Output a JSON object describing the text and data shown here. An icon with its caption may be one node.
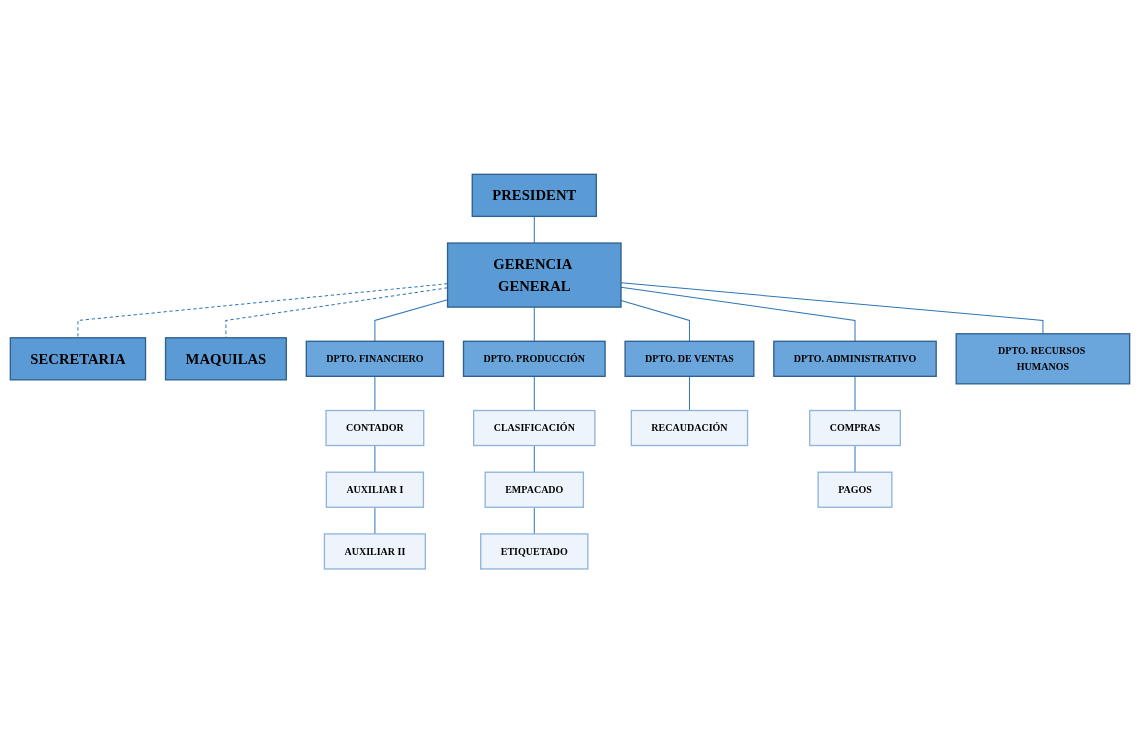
{
  "diagram": {
    "nodes": [
      {
        "text": [
          "PRESIDENT"
        ]
      },
      {
        "text": [
          "GERENCIA GENERAL"
        ]
      },
      {
        "text": [
          "SECRETARIA"
        ]
      },
      {
        "text": [
          "MAQUILAS"
        ]
      },
      {
        "text": [
          "DPTO. FINANCIERO"
        ]
      },
      {
        "text": [
          "DPTO. PRODUCCIÓN"
        ]
      },
      {
        "text": [
          "DPTO. DE VENTAS"
        ]
      },
      {
        "text": [
          "DPTO. ADMINISTRATIVO"
        ]
      },
      {
        "text": [
          "DPTO. RECURSOS HUMANOS"
        ]
      },
      {
        "text": [
          "CONTADOR"
        ]
      },
      {
        "text": [
          "AUXILIAR I"
        ]
      },
      {
        "text": [
          "AUXILIAR II"
        ]
      },
      {
        "text": [
          "CLASIFICACIÓN"
        ]
      },
      {
        "text": [
          "EMPACADO"
        ]
      },
      {
        "text": [
          "ETIQUETADO"
        ]
      },
      {
        "text": [
          "RECAUDACIÓN"
        ]
      },
      {
        "text": [
          "COMPRAS"
        ]
      },
      {
        "text": [
          "PAGOS"
        ]
      }
    ],
    "edges": [
      {
        "from": 0,
        "to": 1,
        "arrow": "none"
      },
      {
        "from": 1,
        "to": 2,
        "arrow": "none",
        "style": "dashed"
      },
      {
        "from": 1,
        "to": 3,
        "arrow": "none",
        "style": "dashed"
      },
      {
        "from": 1,
        "to": 4,
        "arrow": "none"
      },
      {
        "from": 1,
        "to": 5,
        "arrow": "none"
      },
      {
        "from": 1,
        "to": 6,
        "arrow": "none"
      },
      {
        "from": 1,
        "to": 7,
        "arrow": "none"
      },
      {
        "from": 1,
        "to": 8,
        "arrow": "none"
      },
      {
        "from": 4,
        "to": 9,
        "arrow": "none"
      },
      {
        "from": 9,
        "to": 10,
        "arrow": "none"
      },
      {
        "from": 10,
        "to": 11,
        "arrow": "none"
      },
      {
        "from": 5,
        "to": 12,
        "arrow": "none"
      },
      {
        "from": 12,
        "to": 13,
        "arrow": "none"
      },
      {
        "from": 13,
        "to": 14,
        "arrow": "none"
      },
      {
        "from": 6,
        "to": 15,
        "arrow": "none"
      },
      {
        "from": 7,
        "to": 16,
        "arrow": "none"
      },
      {
        "from": 16,
        "to": 17,
        "arrow": "none"
      }
    ]
  }
}
